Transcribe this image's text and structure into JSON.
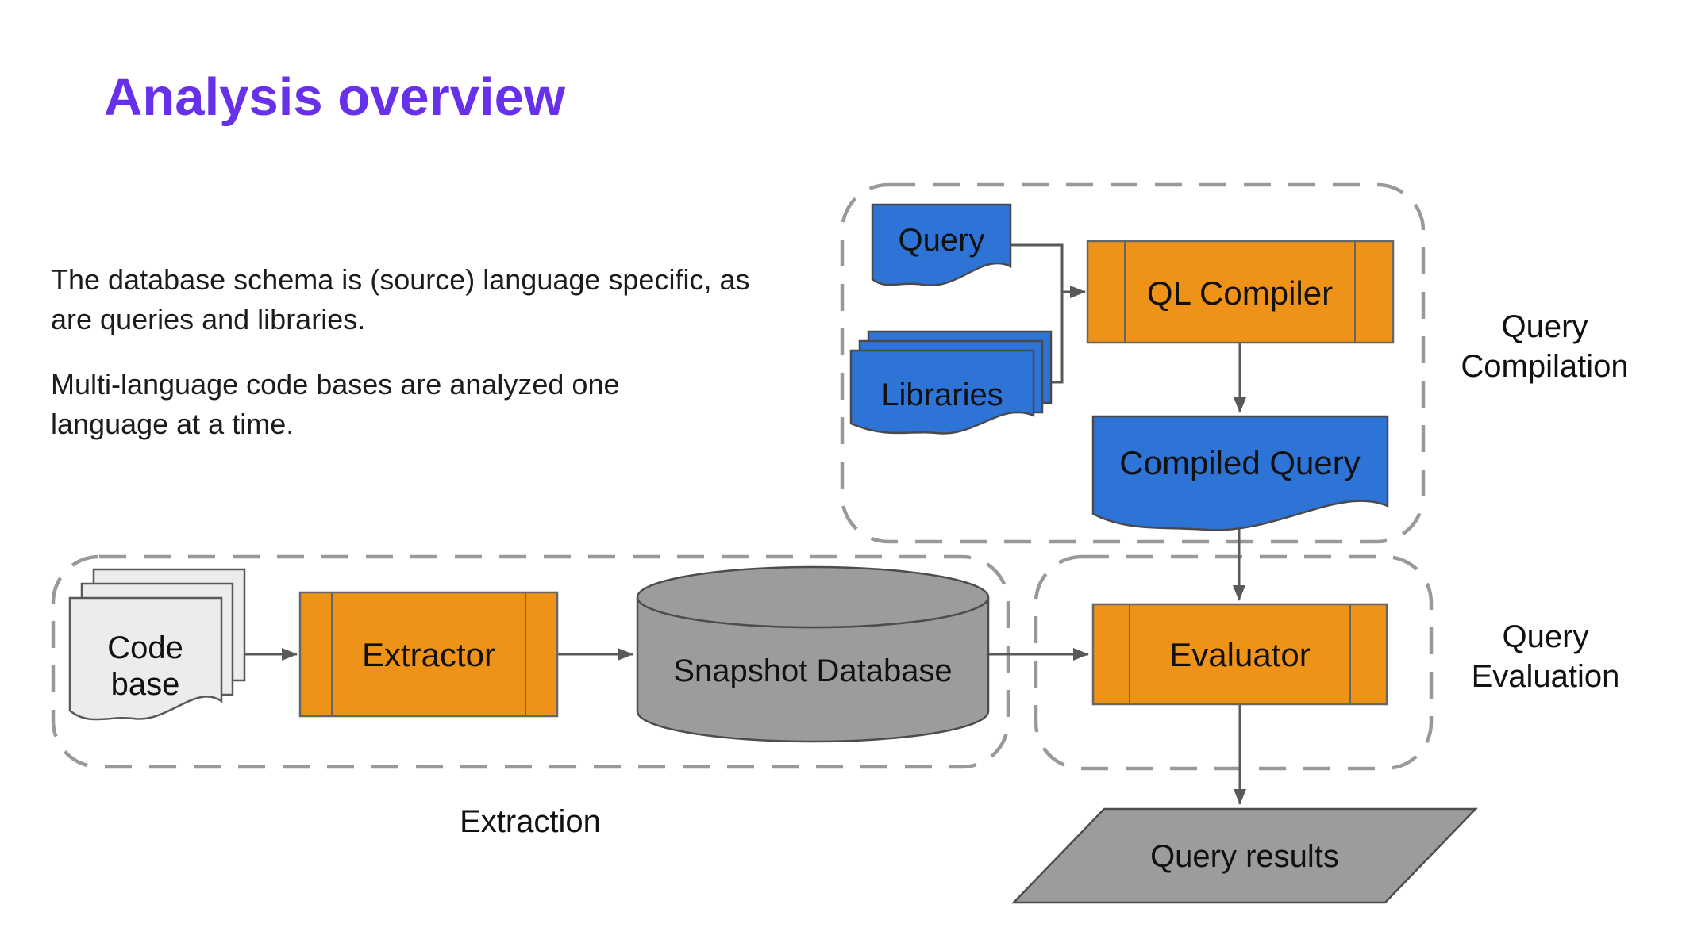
{
  "slide": {
    "title": "Analysis overview",
    "body": {
      "paragraph1": {
        "line1": "The database schema is (source) language specific, as",
        "line2": "are queries and libraries."
      },
      "paragraph2": {
        "line1": "Multi-language code bases are analyzed one",
        "line2": "language at a time."
      }
    }
  },
  "diagram": {
    "groups": {
      "query_compilation": {
        "label_line1": "Query",
        "label_line2": "Compilation"
      },
      "query_evaluation": {
        "label_line1": "Query",
        "label_line2": "Evaluation"
      },
      "extraction": {
        "label": "Extraction"
      }
    },
    "nodes": {
      "query": {
        "label": "Query",
        "type": "document"
      },
      "libraries": {
        "label": "Libraries",
        "type": "document-stack"
      },
      "ql_compiler": {
        "label": "QL Compiler",
        "type": "process"
      },
      "compiled_query": {
        "label": "Compiled Query",
        "type": "document"
      },
      "code_base": {
        "label_line1": "Code",
        "label_line2": "base",
        "type": "document-stack"
      },
      "extractor": {
        "label": "Extractor",
        "type": "process"
      },
      "snapshot_database": {
        "label": "Snapshot Database",
        "type": "database-cylinder"
      },
      "evaluator": {
        "label": "Evaluator",
        "type": "process"
      },
      "query_results": {
        "label": "Query results",
        "type": "parallelogram"
      }
    },
    "edges": [
      {
        "from": "query",
        "to": "ql_compiler"
      },
      {
        "from": "libraries",
        "to": "ql_compiler"
      },
      {
        "from": "ql_compiler",
        "to": "compiled_query"
      },
      {
        "from": "compiled_query",
        "to": "evaluator"
      },
      {
        "from": "code_base",
        "to": "extractor"
      },
      {
        "from": "extractor",
        "to": "snapshot_database"
      },
      {
        "from": "snapshot_database",
        "to": "evaluator"
      },
      {
        "from": "evaluator",
        "to": "query_results"
      }
    ],
    "colors": {
      "document_blue": "#2e73d6",
      "process_orange": "#ef9318",
      "data_grey": "#9c9c9c",
      "sheet_grey": "#ececec",
      "dashed_border_grey": "#999999",
      "connector_grey": "#595959",
      "title_purple": "#6631e8"
    }
  }
}
